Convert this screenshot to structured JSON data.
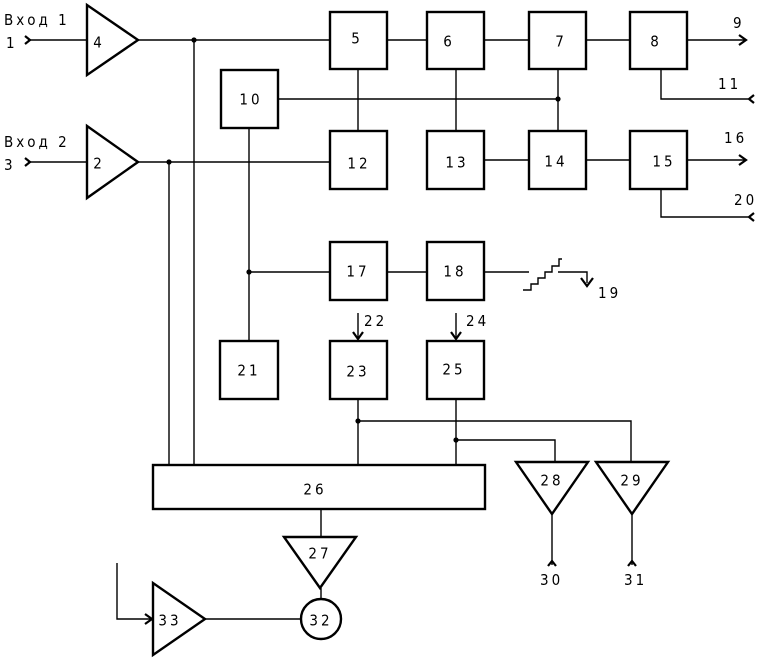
{
  "diagram": {
    "type": "block-diagram",
    "inputs": {
      "input1": {
        "caption": "Вход 1",
        "terminal": "1"
      },
      "input2": {
        "caption": "Вход 2",
        "terminal": "3"
      }
    },
    "amplifiers": {
      "a4": "4",
      "a2": "2",
      "a27": "27",
      "a28": "28",
      "a29": "29",
      "a33": "33"
    },
    "blocks": {
      "b5": "5",
      "b6": "6",
      "b7": "7",
      "b8": "8",
      "b10": "10",
      "b12": "12",
      "b13": "13",
      "b14": "14",
      "b15": "15",
      "b17": "17",
      "b18": "18",
      "b21": "21",
      "b23": "23",
      "b25": "25",
      "b26": "26"
    },
    "circle": {
      "c32": "32"
    },
    "terminals": {
      "t9": "9",
      "t11": "11",
      "t16": "16",
      "t20": "20",
      "t19": "19",
      "t22": "22",
      "t24": "24",
      "t30": "30",
      "t31": "31"
    }
  }
}
